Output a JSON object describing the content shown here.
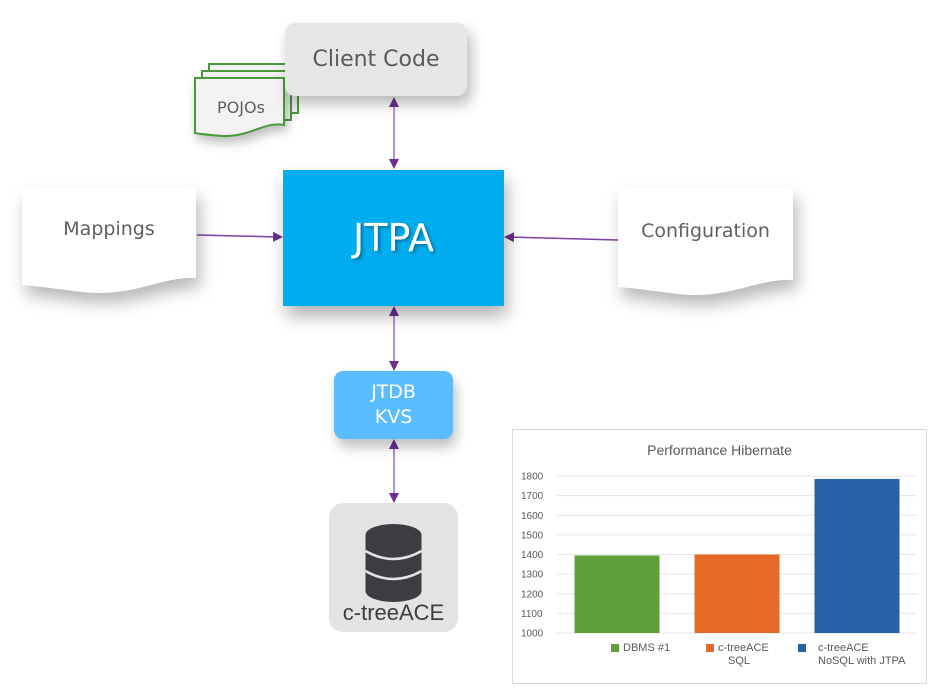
{
  "diagram": {
    "client_code": {
      "label": "Client Code"
    },
    "pojos": {
      "label": "POJOs",
      "border_color": "#4a9a3c"
    },
    "mappings": {
      "label": "Mappings"
    },
    "configuration": {
      "label": "Configuration"
    },
    "jtpa": {
      "label": "JTPA",
      "color": "#00adef"
    },
    "jtdb_kvs": {
      "line1": "JTDB",
      "line2": "KVS",
      "color": "#5bbcff"
    },
    "ctree": {
      "label": "c-treeACE",
      "icon": "database-icon"
    },
    "arrow_color": "#6b2f91",
    "connections": [
      {
        "from": "Client Code",
        "to": "JTPA",
        "type": "bidirectional"
      },
      {
        "from": "Mappings",
        "to": "JTPA",
        "type": "directed"
      },
      {
        "from": "Configuration",
        "to": "JTPA",
        "type": "directed"
      },
      {
        "from": "JTPA",
        "to": "JTDB KVS",
        "type": "bidirectional"
      },
      {
        "from": "JTDB KVS",
        "to": "c-treeACE",
        "type": "bidirectional"
      }
    ]
  },
  "chart_data": {
    "type": "bar",
    "title": "Performance Hibernate",
    "categories": [
      "DBMS #1",
      "c-treeACE SQL",
      "c-treeACE NoSQL with JTPA"
    ],
    "values": [
      1395,
      1400,
      1785
    ],
    "colors": [
      "#5fa03a",
      "#e56a28",
      "#2660a7"
    ],
    "legend": [
      {
        "line1": "DBMS #1",
        "line2": ""
      },
      {
        "line1": "c-treeACE",
        "line2": "SQL"
      },
      {
        "line1": "c-treeACE",
        "line2": "NoSQL with JTPA"
      }
    ],
    "yticks": [
      1000,
      1100,
      1200,
      1300,
      1400,
      1500,
      1600,
      1700,
      1800
    ],
    "ylim": [
      1000,
      1800
    ],
    "xlabel": "",
    "ylabel": "",
    "grid": true,
    "legend_position": "bottom"
  }
}
